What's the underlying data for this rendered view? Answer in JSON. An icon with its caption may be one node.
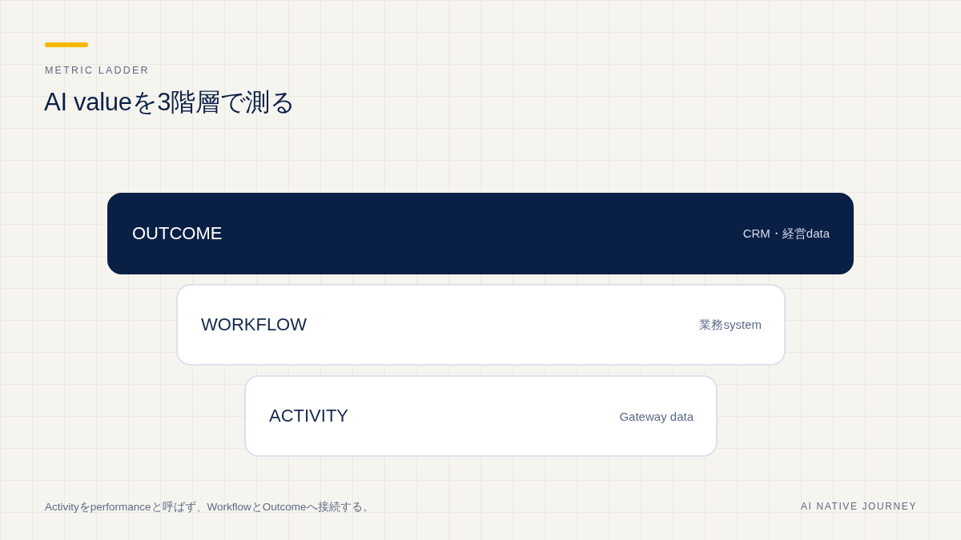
{
  "diagram": {
    "title": "AI valueを3階層で測る",
    "caption": "Activityをperformanceと呼ばず、WorkflowとOutcomeへ接続する。",
    "nodes": [
      {
        "text": [
          "OUTCOME",
          "CRM・経営data"
        ]
      },
      {
        "text": [
          "WORKFLOW",
          "業務system"
        ]
      },
      {
        "text": [
          "ACTIVITY",
          "Gateway data"
        ]
      }
    ],
    "labels": [
      "METRIC LADDER",
      "AI NATIVE JOURNEY"
    ]
  }
}
